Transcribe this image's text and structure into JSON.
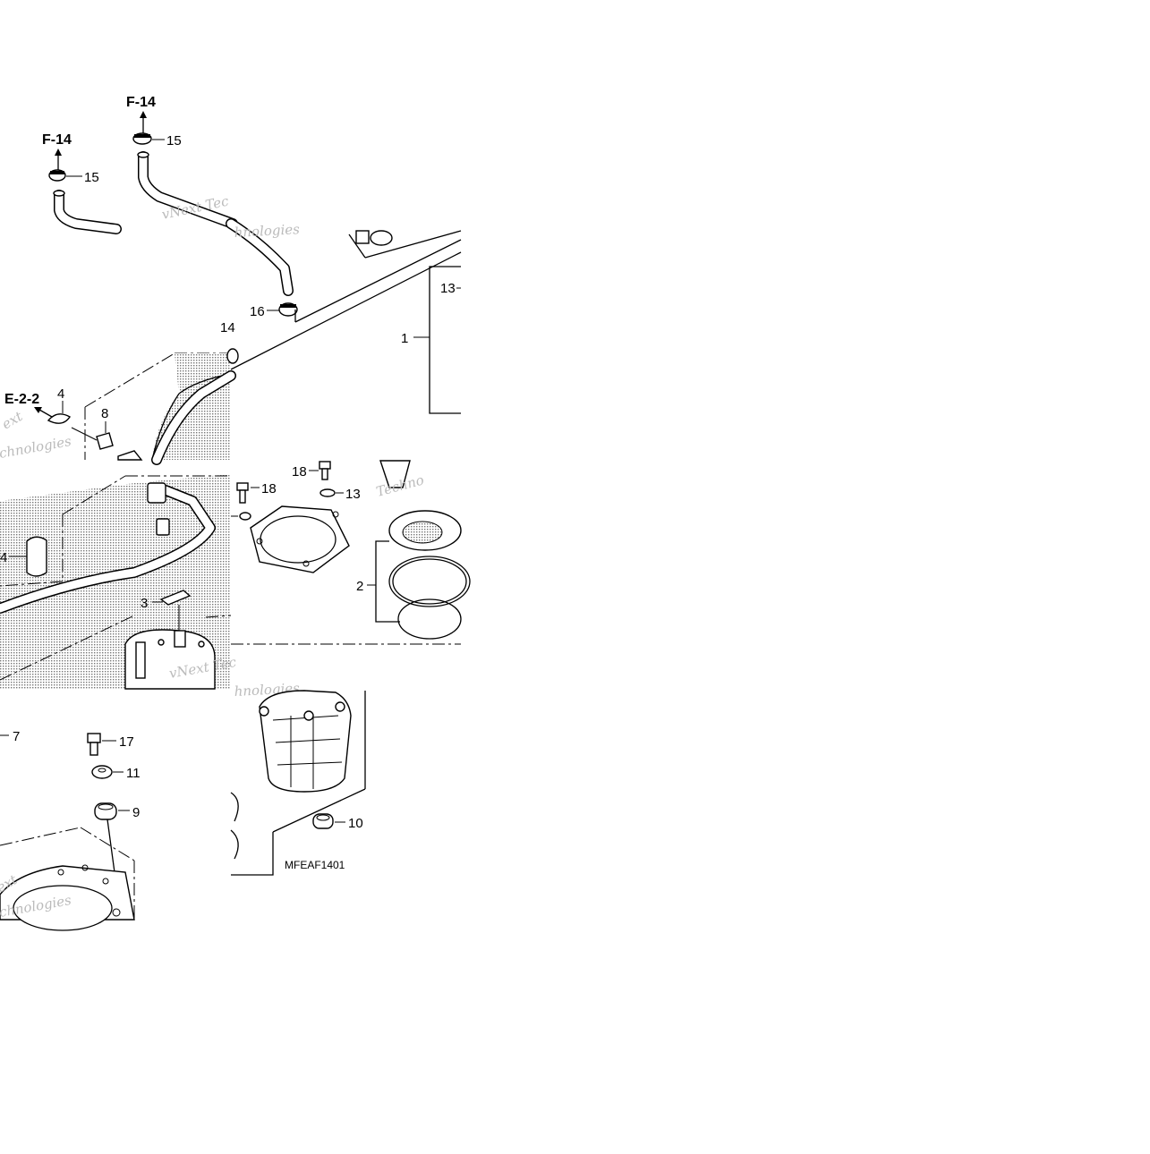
{
  "diagram": {
    "code": "MFEAF1401",
    "refs": {
      "f14_left": "F-14",
      "f14_right": "F-14",
      "e22": "E-2-2"
    },
    "callouts": {
      "c15a": "15",
      "c15b": "15",
      "c16": "16",
      "c13a": "13",
      "c1": "1",
      "c14top": "14",
      "c4a": "4",
      "c8": "8",
      "c4b": "4",
      "c3": "3",
      "c18a": "18",
      "c18b": "18",
      "c13b": "13",
      "c2": "2",
      "c7": "7",
      "c17": "17",
      "c11": "11",
      "c9": "9",
      "c10": "10"
    },
    "watermarks": {
      "w1": "vNext Tec",
      "w2": "hnologies",
      "w3": "ext",
      "w4": "chnologies",
      "w5": "Techno",
      "w6": "vNext Tec",
      "w7": "hnologies",
      "w8": "ext",
      "w9": "chnologies"
    }
  }
}
